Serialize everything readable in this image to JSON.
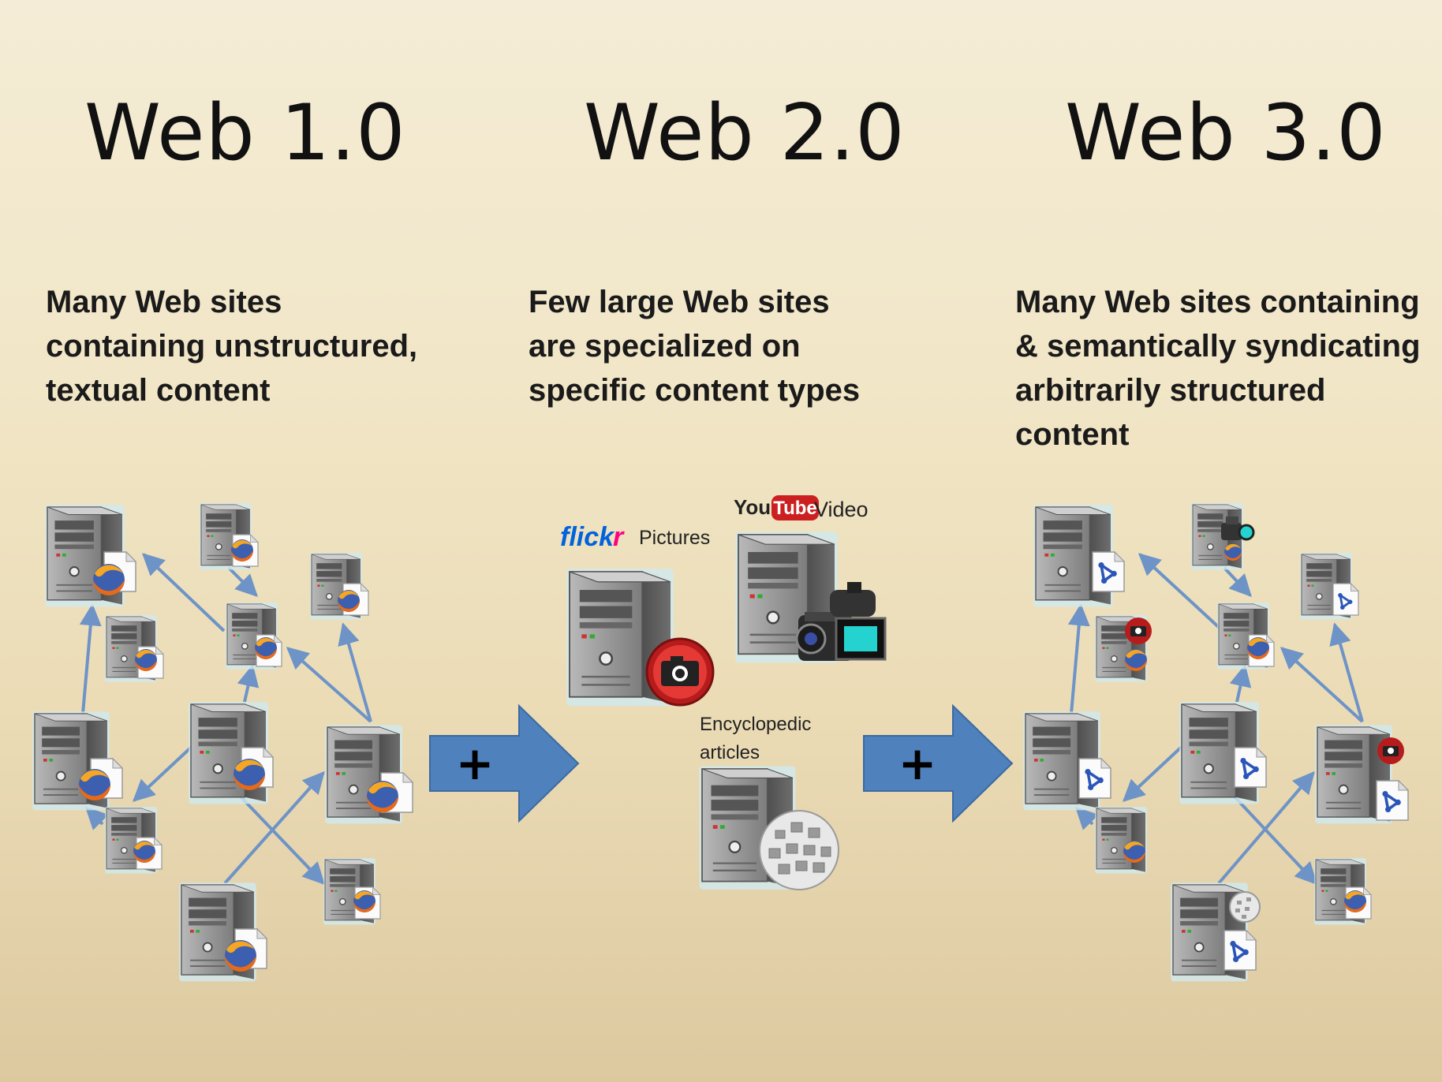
{
  "columns": [
    {
      "title": "Web 1.0",
      "description": [
        "Many Web sites",
        "containing unstructured,",
        "textual content"
      ]
    },
    {
      "title": "Web 2.0",
      "description": [
        "Few large Web sites",
        "are specialized on",
        "specific content types"
      ]
    },
    {
      "title": "Web 3.0",
      "description": [
        "Many Web sites containing",
        "& semantically syndicating",
        "arbitrarily structured",
        "content"
      ]
    }
  ],
  "arrows": [
    {
      "symbol": "+"
    },
    {
      "symbol": "+"
    }
  ],
  "web2_sites": {
    "flickr": {
      "logo": "flickr",
      "label": "Pictures",
      "icon": "camera-icon"
    },
    "youtube": {
      "logo_you": "You",
      "logo_tube": "Tube",
      "label": "Video",
      "icon": "video-camera-icon"
    },
    "wikipedia": {
      "label_line1": "Encyclopedic",
      "label_line2": "articles",
      "icon": "wikipedia-globe-icon"
    }
  },
  "colors": {
    "arrow_blue": "#4f81bd",
    "link_blue": "#6d93c7",
    "server_gray": "#8a8a8a",
    "flickr_blue": "#0063dc",
    "flickr_pink": "#ff0084",
    "youtube_red": "#cc2020"
  }
}
